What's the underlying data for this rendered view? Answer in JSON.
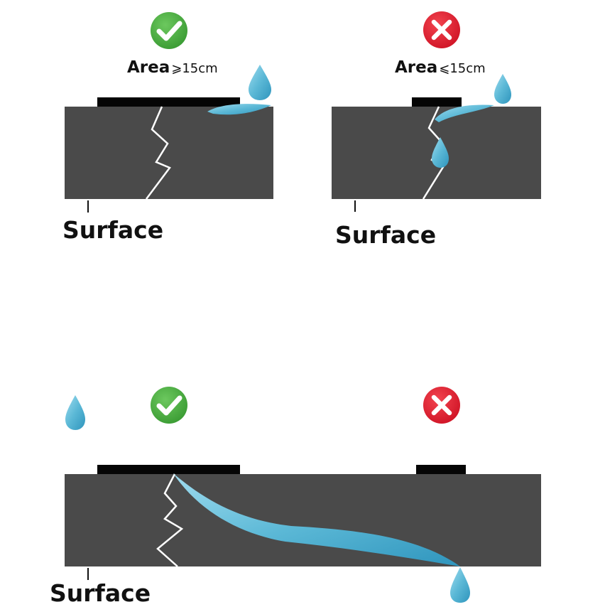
{
  "panels": {
    "top_left": {
      "status": "correct",
      "status_icon": "check-icon",
      "area_word": "Area",
      "area_value": "⩾15cm",
      "surface_label": "Surface"
    },
    "top_right": {
      "status": "incorrect",
      "status_icon": "cross-icon",
      "area_word": "Area",
      "area_value": "⩽15cm",
      "surface_label": "Surface"
    },
    "bottom": {
      "left_status": "correct",
      "left_status_icon": "check-icon",
      "right_status": "incorrect",
      "right_status_icon": "cross-icon",
      "surface_label": "Surface"
    }
  },
  "colors": {
    "slab": "#4a4a4a",
    "cover": "#050505",
    "water": "#5bb8d6",
    "check": "#43a73b",
    "cross": "#e01b2e"
  }
}
